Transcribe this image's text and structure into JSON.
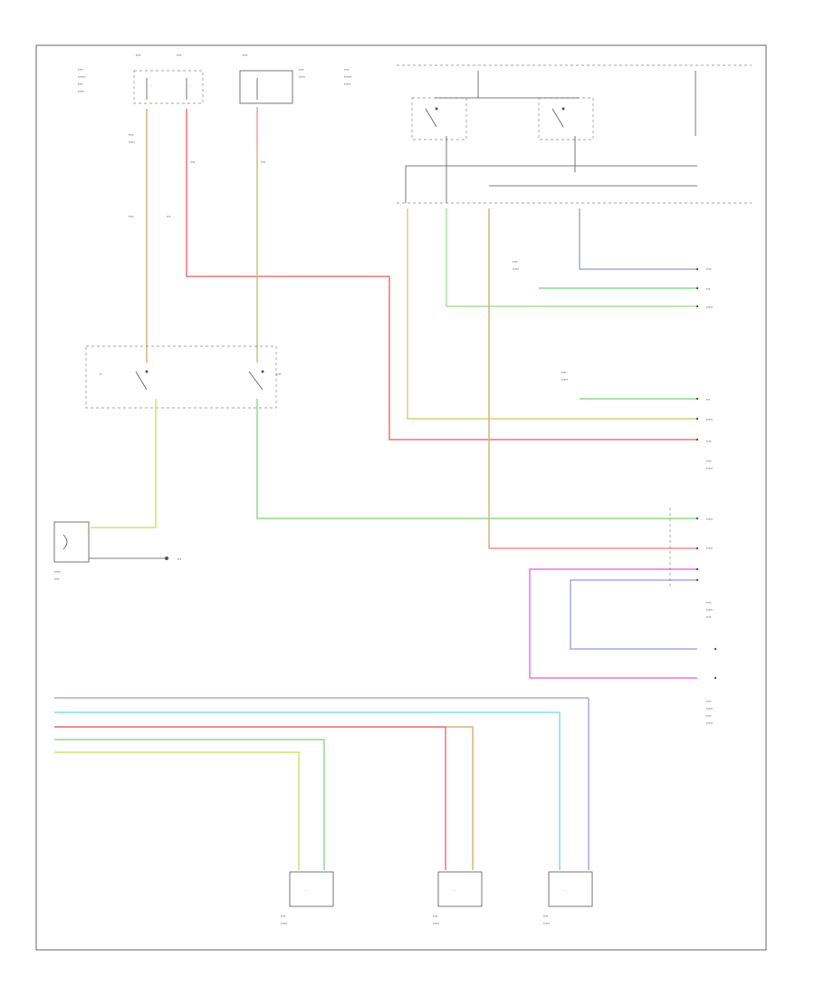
{
  "footer_code": "",
  "wire_colors": {
    "orange": "#d9b27a",
    "red": "#e8777a",
    "pink": "#f0a0a8",
    "yellow": "#d8d17a",
    "green": "#8fd98f",
    "light_green": "#a8e0a0",
    "violet": "#a8a8e8",
    "cyan": "#7fe0e8",
    "magenta": "#f070e8",
    "lime": "#c8e86a",
    "gray": "#777777"
  },
  "components": [
    {
      "id": "top-fuse-block-left",
      "icon": "fuse-icon"
    },
    {
      "id": "top-fuse-block-right",
      "icon": "fuse-icon"
    },
    {
      "id": "relay-left",
      "icon": "relay-icon"
    },
    {
      "id": "relay-right",
      "icon": "relay-icon"
    },
    {
      "id": "switch-box",
      "icon": "switch-icon"
    },
    {
      "id": "sensor-left",
      "icon": "sensor-icon"
    },
    {
      "id": "actuator-1",
      "icon": "actuator-icon"
    },
    {
      "id": "actuator-2",
      "icon": "actuator-icon"
    },
    {
      "id": "actuator-3",
      "icon": "actuator-icon"
    }
  ]
}
